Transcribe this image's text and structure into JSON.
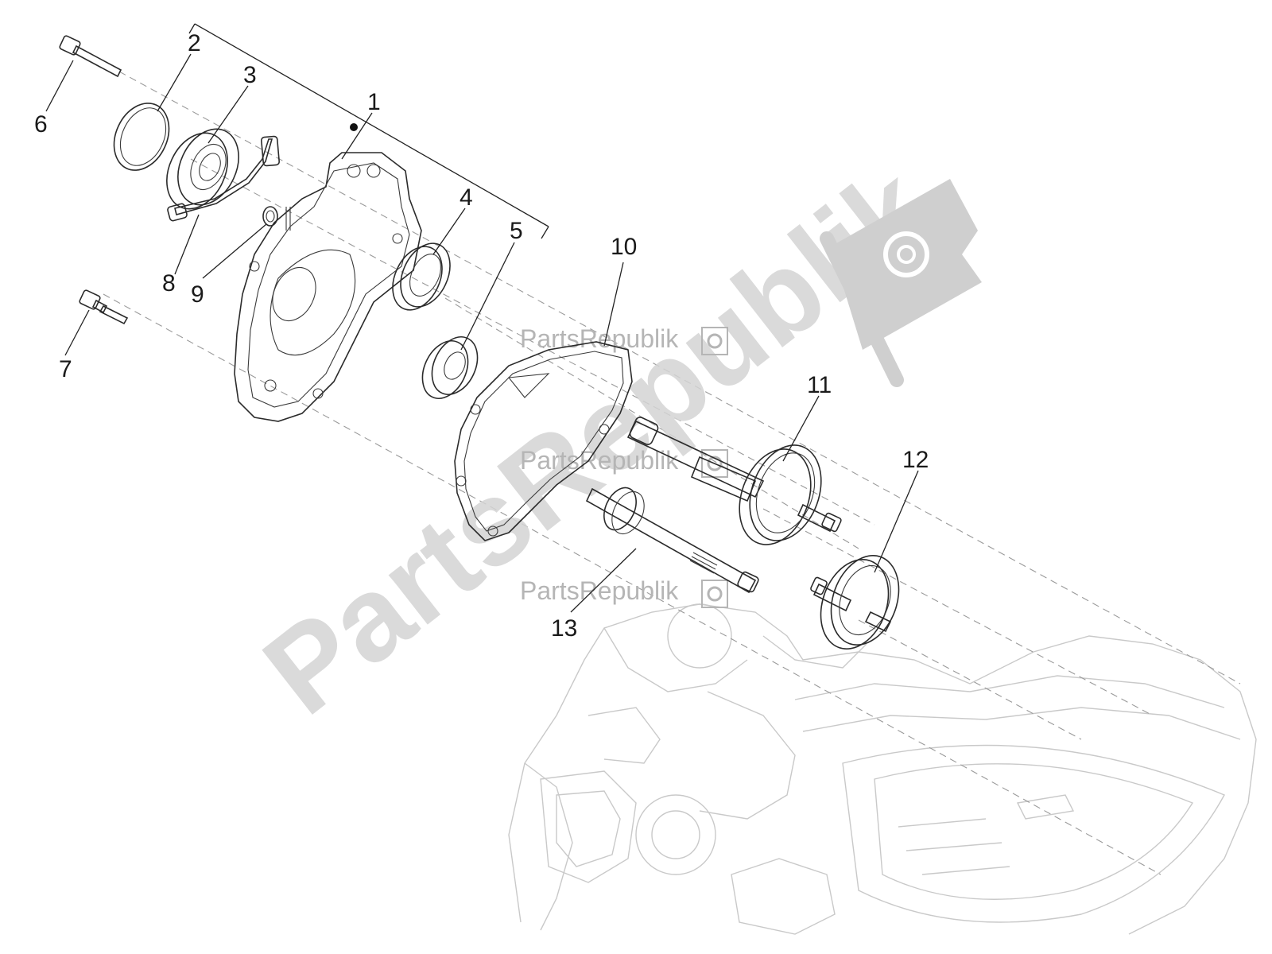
{
  "watermark": {
    "main_text": "PartsRepublik",
    "small_text": "PartsRepublik"
  },
  "callouts": {
    "c1": "1",
    "c2": "2",
    "c3": "3",
    "c4": "4",
    "c5": "5",
    "c6": "6",
    "c7": "7",
    "c8": "8",
    "c9": "9",
    "c10": "10",
    "c11": "11",
    "c12": "12",
    "c13": "13"
  }
}
